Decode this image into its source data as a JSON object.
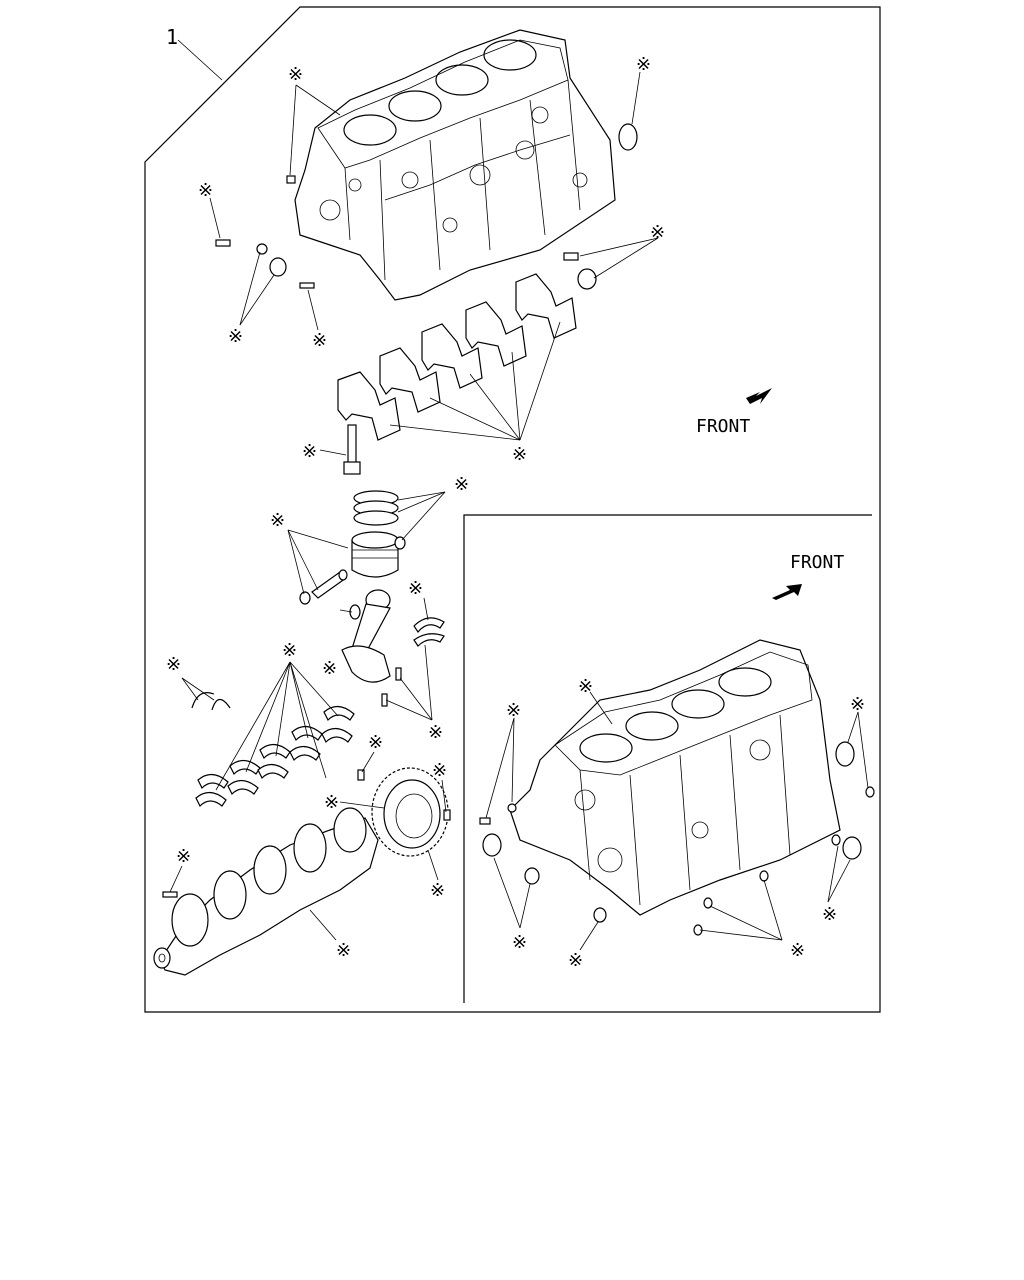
{
  "diagram": {
    "item_number": "1",
    "mark": "※",
    "direction_label_main": "FRONT",
    "direction_label_inset": "FRONT"
  },
  "parts": [
    {
      "name": "cylinder-block",
      "icon": "engine-block-icon"
    },
    {
      "name": "main-bearing-caps",
      "icon": "bearing-cap-icon"
    },
    {
      "name": "bearing-cap-bolt",
      "icon": "bolt-icon"
    },
    {
      "name": "piston-rings",
      "icon": "ring-icon"
    },
    {
      "name": "piston",
      "icon": "piston-icon"
    },
    {
      "name": "piston-pin",
      "icon": "pin-icon"
    },
    {
      "name": "snap-rings",
      "icon": "snap-ring-icon"
    },
    {
      "name": "connecting-rod",
      "icon": "conrod-icon"
    },
    {
      "name": "conrod-bearings",
      "icon": "bearing-shell-icon"
    },
    {
      "name": "thrust-washers",
      "icon": "thrust-washer-icon"
    },
    {
      "name": "main-bearings",
      "icon": "bearing-shell-icon"
    },
    {
      "name": "crankshaft-gear",
      "icon": "gear-icon"
    },
    {
      "name": "crankshaft",
      "icon": "crankshaft-icon"
    }
  ]
}
